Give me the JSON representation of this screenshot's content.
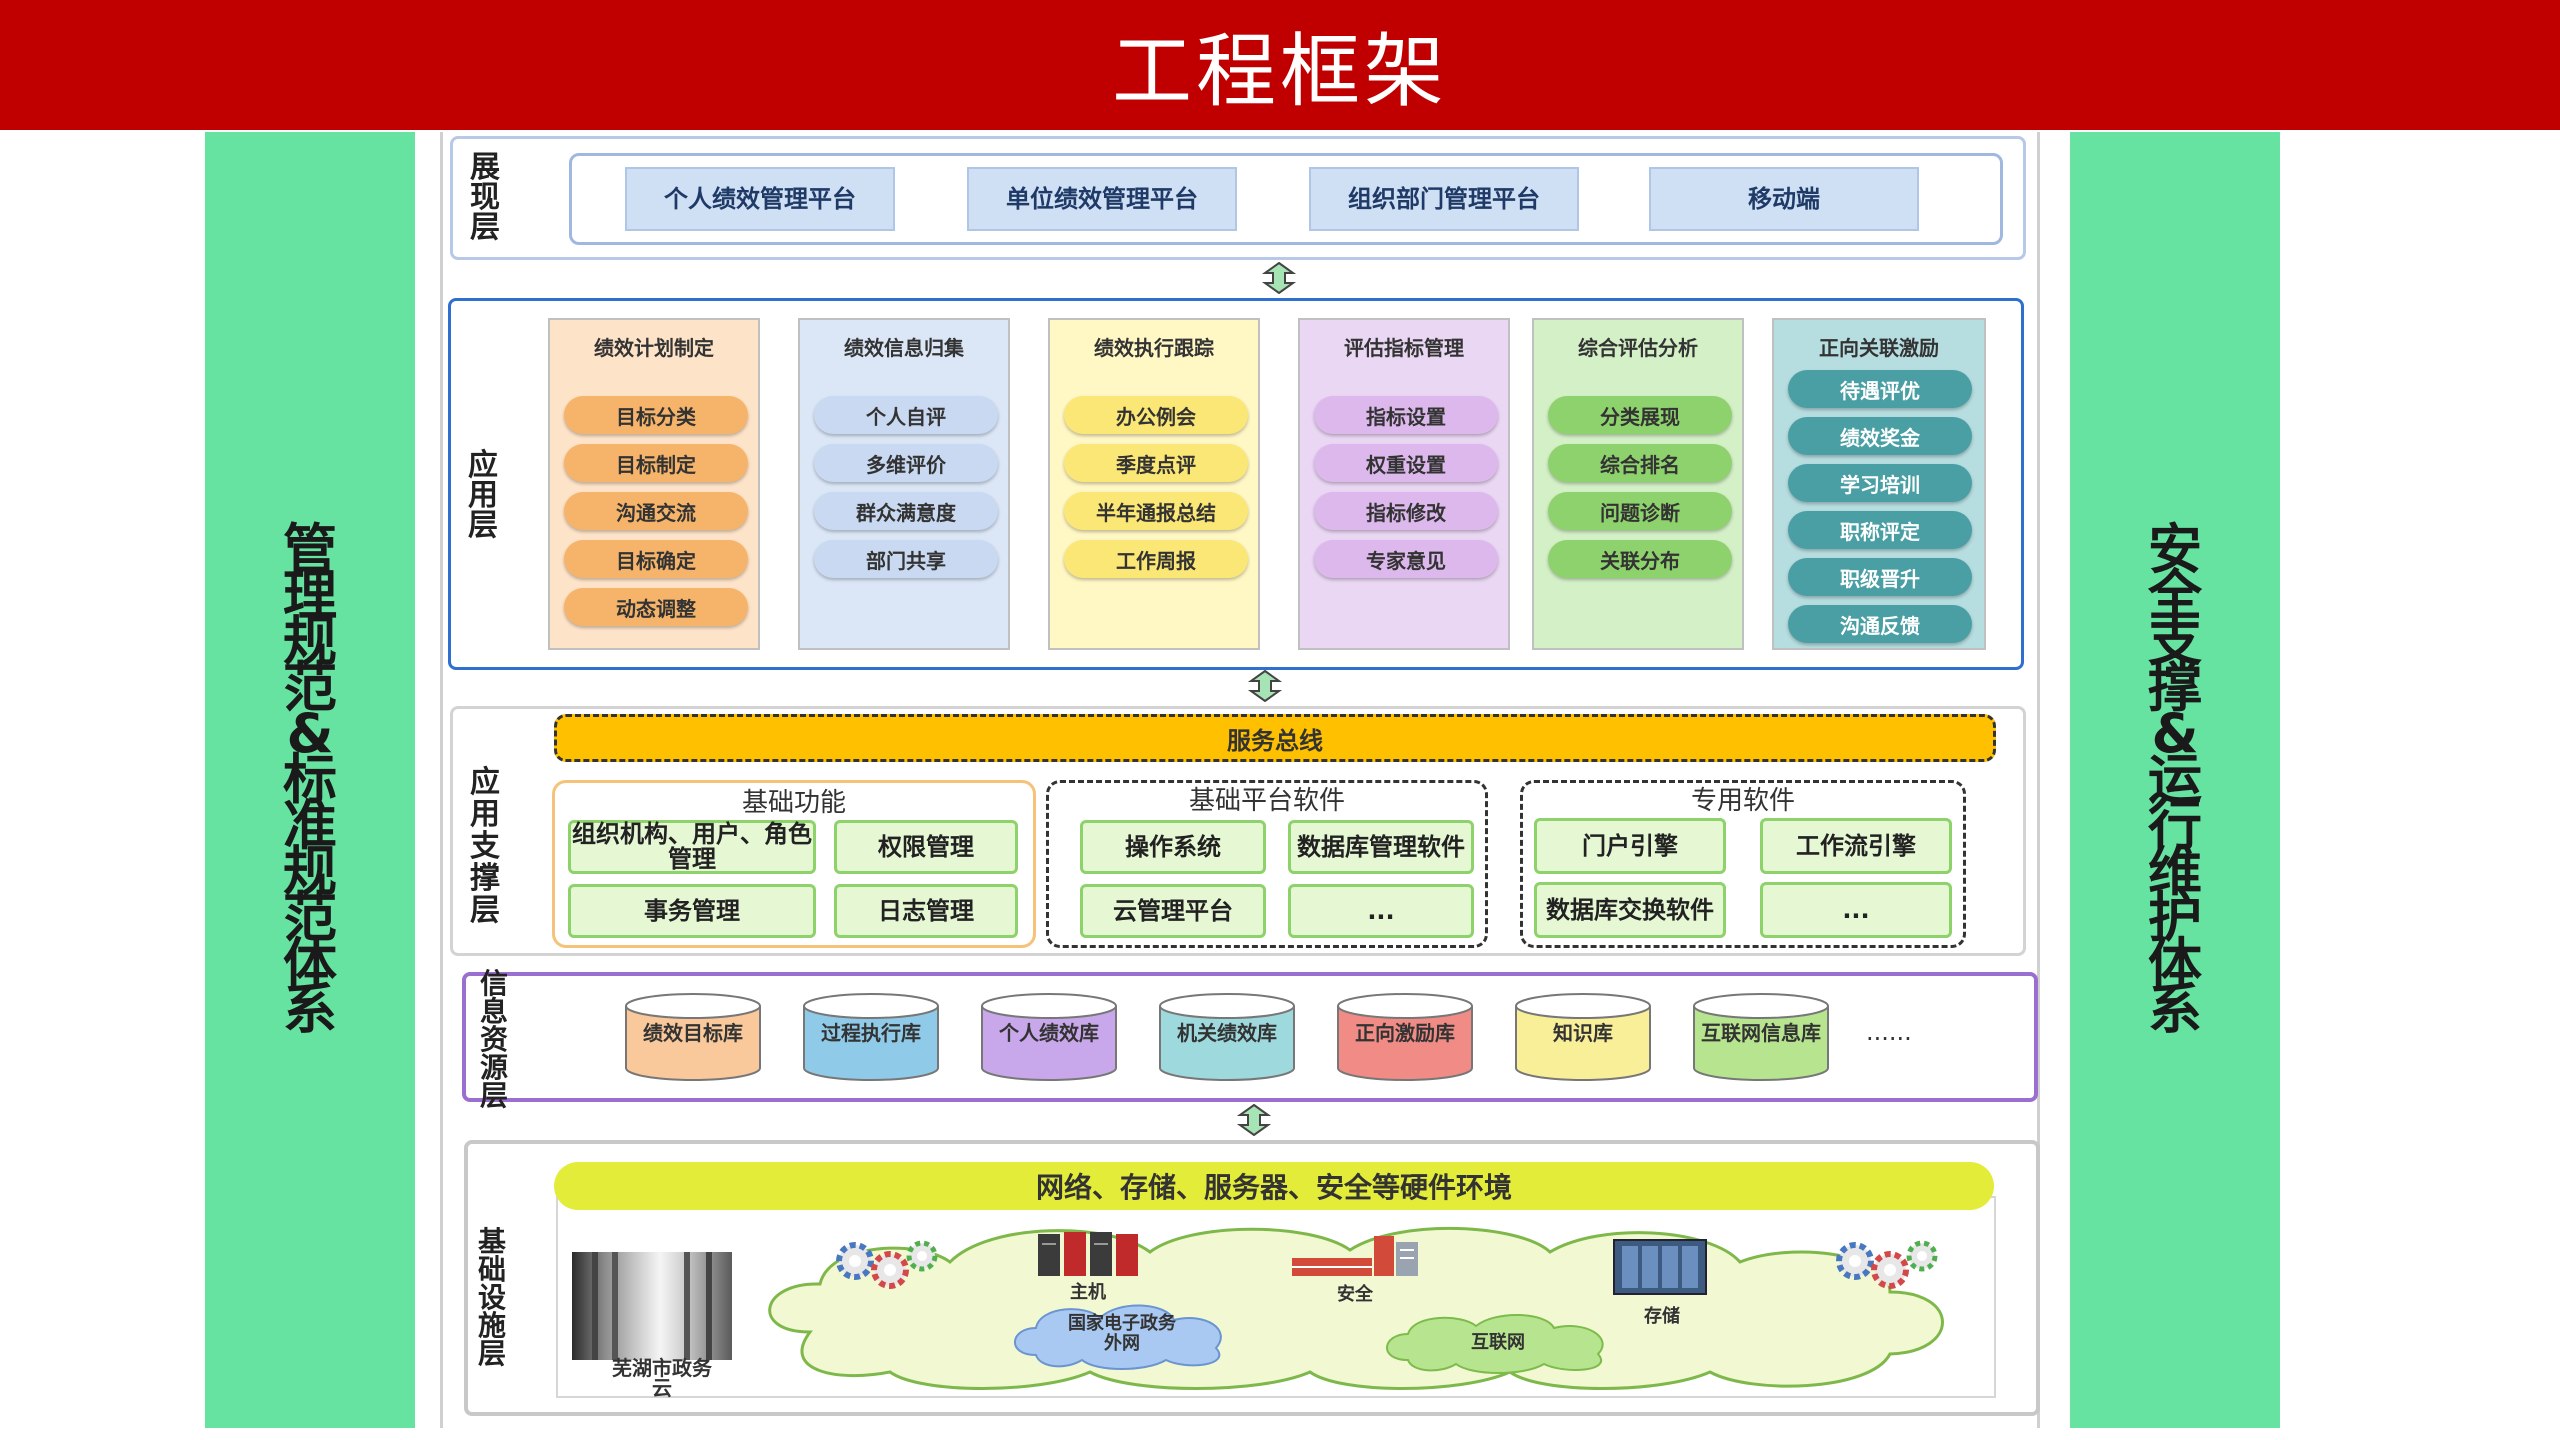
{
  "title": "工程框架",
  "left_column": "管理规范&标准规范体系",
  "right_column": "安全支撑&运行维护体系",
  "layers": {
    "presentation": {
      "label": "展现层",
      "items": [
        "个人绩效管理平台",
        "单位绩效管理平台",
        "组织部门管理平台",
        "移动端"
      ]
    },
    "application": {
      "label": "应用层",
      "columns": [
        {
          "title": "绩效计划制定",
          "items": [
            "目标分类",
            "目标制定",
            "沟通交流",
            "目标确定",
            "动态调整"
          ]
        },
        {
          "title": "绩效信息归集",
          "items": [
            "个人自评",
            "多维评价",
            "群众满意度",
            "部门共享"
          ]
        },
        {
          "title": "绩效执行跟踪",
          "items": [
            "办公例会",
            "季度点评",
            "半年通报总结",
            "工作周报"
          ]
        },
        {
          "title": "评估指标管理",
          "items": [
            "指标设置",
            "权重设置",
            "指标修改",
            "专家意见"
          ]
        },
        {
          "title": "综合评估分析",
          "items": [
            "分类展现",
            "综合排名",
            "问题诊断",
            "关联分布"
          ]
        },
        {
          "title": "正向关联激励",
          "items": [
            "待遇评优",
            "绩效奖金",
            "学习培训",
            "职称评定",
            "职级晋升",
            "沟通反馈"
          ]
        }
      ]
    },
    "support": {
      "label": "应用支撑层",
      "bus": "服务总线",
      "groups": [
        {
          "title": "基础功能",
          "items": [
            "组织机构、用户、角色管理",
            "权限管理",
            "事务管理",
            "日志管理"
          ]
        },
        {
          "title": "基础平台软件",
          "items": [
            "操作系统",
            "数据库管理软件",
            "云管理平台",
            "..."
          ]
        },
        {
          "title": "专用软件",
          "items": [
            "门户引擎",
            "工作流引擎",
            "数据库交换软件",
            "..."
          ]
        }
      ]
    },
    "info": {
      "label": "信息资源层",
      "dbs": [
        "绩效目标库",
        "过程执行库",
        "个人绩效库",
        "机关绩效库",
        "正向激励库",
        "知识库",
        "互联网信息库"
      ],
      "more": "......"
    },
    "infra": {
      "label": "基础设施层",
      "banner": "网络、存储、服务器、安全等硬件环境",
      "photo_caption": "芜湖市政务云",
      "items": {
        "host": "主机",
        "security": "安全",
        "storage": "存储",
        "egov": "国家电子政务外网",
        "internet": "互联网"
      }
    }
  },
  "colors": {
    "title_bg": "#c00000",
    "side_col": "#66e3a0",
    "bus": "#ffc000",
    "app_col_bg": [
      "#fde3c8",
      "#dbe7f7",
      "#fff7c4",
      "#ead7f3",
      "#d4f0c7",
      "#b6dde0"
    ],
    "app_oval": [
      "#f6b46b",
      "#c9d9f2",
      "#fbe775",
      "#dcb8ec",
      "#8ed26d",
      "#4a9fa5"
    ],
    "db": [
      "#f9c89b",
      "#8fcbe9",
      "#c8a8ea",
      "#9ed9dd",
      "#f08b86",
      "#f9ef99",
      "#b7e58f"
    ]
  }
}
